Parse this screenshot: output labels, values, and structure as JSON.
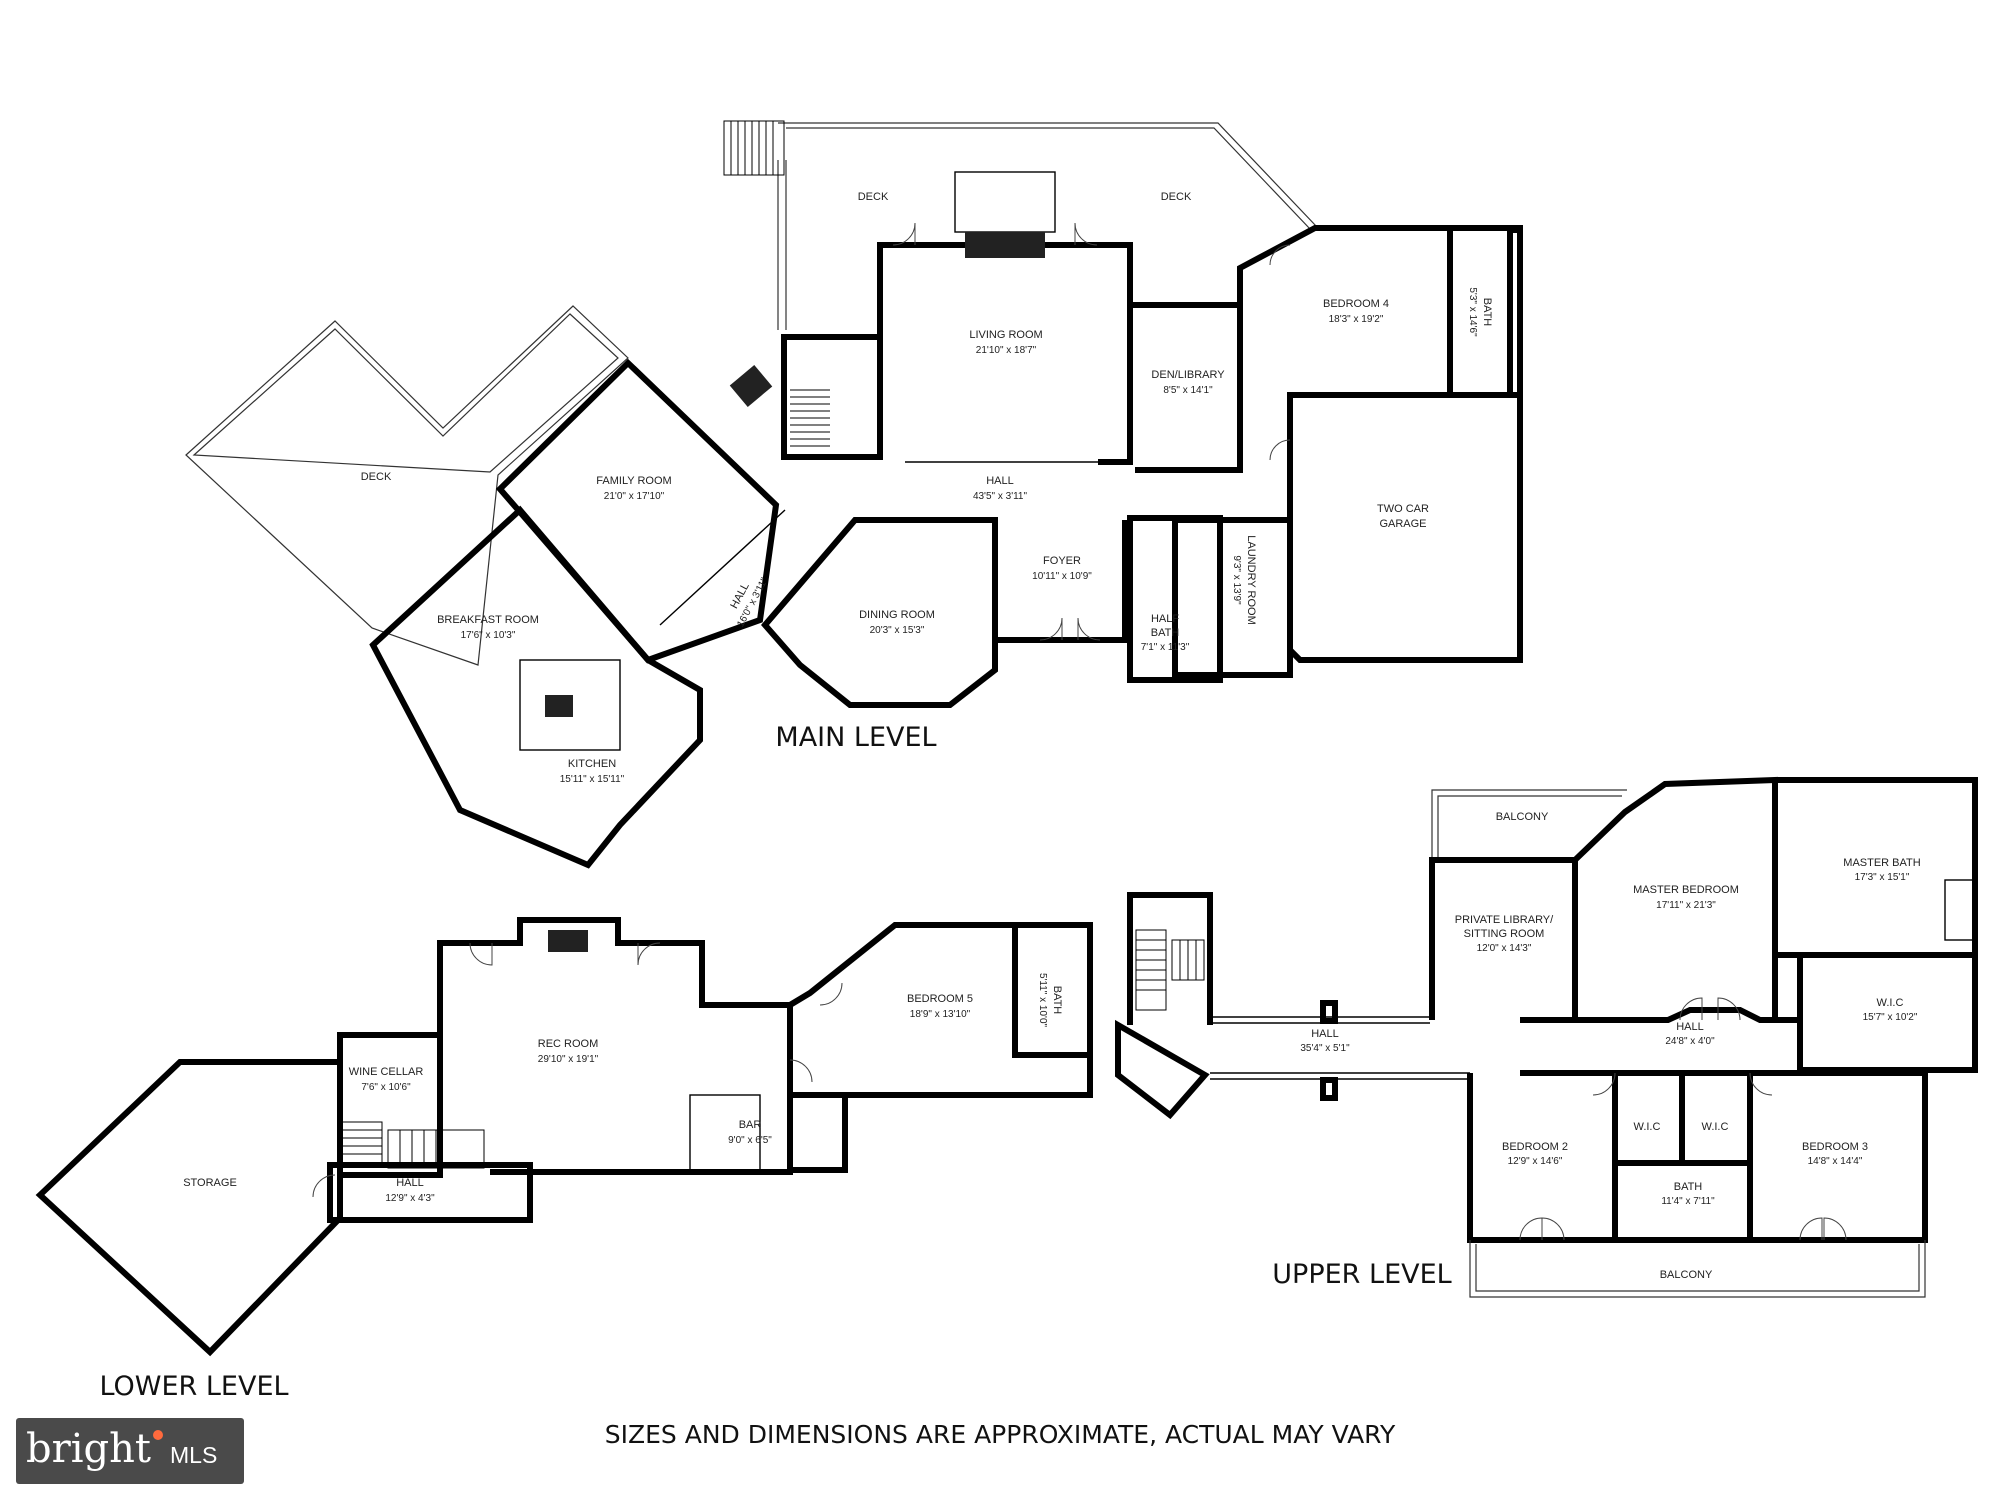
{
  "levels": {
    "main": "MAIN LEVEL",
    "lower": "LOWER LEVEL",
    "upper": "UPPER LEVEL"
  },
  "disclaimer": "SIZES AND DIMENSIONS ARE APPROXIMATE, ACTUAL MAY VARY",
  "logo": {
    "word": "bright",
    "suffix": "MLS",
    "colors": {
      "box": "#4a4a4a",
      "accent": "#ff6a3d"
    }
  },
  "rooms": {
    "deck_main_left": {
      "name": "DECK"
    },
    "deck_top_left": {
      "name": "DECK"
    },
    "deck_top_right": {
      "name": "DECK"
    },
    "living_room": {
      "name": "LIVING ROOM",
      "dim": "21'10\" x 18'7\""
    },
    "den_library": {
      "name": "DEN/LIBRARY",
      "dim": "8'5\" x 14'1\""
    },
    "bedroom4": {
      "name": "BEDROOM 4",
      "dim": "18'3\" x 19'2\""
    },
    "bath_main": {
      "name": "BATH",
      "dim": "5'3\" x 14'6\""
    },
    "family_room": {
      "name": "FAMILY ROOM",
      "dim": "21'0\" x 17'10\""
    },
    "hall_main": {
      "name": "HALL",
      "dim": "43'5\" x 3'11\""
    },
    "hall_diag": {
      "name": "HALL",
      "dim": "16'0\" x 3'11\""
    },
    "breakfast_room": {
      "name": "BREAKFAST ROOM",
      "dim": "17'6\" x 10'3\""
    },
    "dining_room": {
      "name": "DINING ROOM",
      "dim": "20'3\" x 15'3\""
    },
    "foyer": {
      "name": "FOYER",
      "dim": "10'11\" x 10'9\""
    },
    "half_bath": {
      "name": "HALF",
      "name2": "BATH",
      "dim": "7'1\" x 11'3\""
    },
    "laundry": {
      "name": "LAUNDRY ROOM",
      "dim": "9'3\" x 13'9\""
    },
    "garage": {
      "name": "TWO CAR",
      "name2": "GARAGE"
    },
    "kitchen": {
      "name": "KITCHEN",
      "dim": "15'11\" x 15'11\""
    },
    "storage": {
      "name": "STORAGE"
    },
    "wine_cellar": {
      "name": "WINE CELLAR",
      "dim": "7'6\" x 10'6\""
    },
    "rec_room": {
      "name": "REC ROOM",
      "dim": "29'10\" x 19'1\""
    },
    "bar": {
      "name": "BAR",
      "dim": "9'0\" x 6'5\""
    },
    "hall_lower": {
      "name": "HALL",
      "dim": "12'9\" x 4'3\""
    },
    "bedroom5": {
      "name": "BEDROOM 5",
      "dim": "18'9\" x 13'10\""
    },
    "bath_lower": {
      "name": "BATH",
      "dim": "5'11\" x 10'0\""
    },
    "balcony_top": {
      "name": "BALCONY"
    },
    "private_library": {
      "name": "PRIVATE LIBRARY/",
      "name2": "SITTING ROOM",
      "dim": "12'0\" x 14'3\""
    },
    "master_bedroom": {
      "name": "MASTER BEDROOM",
      "dim": "17'11\" x 21'3\""
    },
    "master_bath": {
      "name": "MASTER BATH",
      "dim": "17'3\" x 15'1\""
    },
    "wic_master": {
      "name": "W.I.C",
      "dim": "15'7\" x 10'2\""
    },
    "hall_upper_long": {
      "name": "HALL",
      "dim": "35'4\" x 5'1\""
    },
    "hall_upper": {
      "name": "HALL",
      "dim": "24'8\" x 4'0\""
    },
    "bedroom2": {
      "name": "BEDROOM 2",
      "dim": "12'9\" x 14'6\""
    },
    "wic_left": {
      "name": "W.I.C"
    },
    "wic_right": {
      "name": "W.I.C"
    },
    "bath_upper": {
      "name": "BATH",
      "dim": "11'4\" x 7'11\""
    },
    "bedroom3": {
      "name": "BEDROOM 3",
      "dim": "14'8\" x 14'4\""
    },
    "balcony_bottom": {
      "name": "BALCONY"
    }
  }
}
